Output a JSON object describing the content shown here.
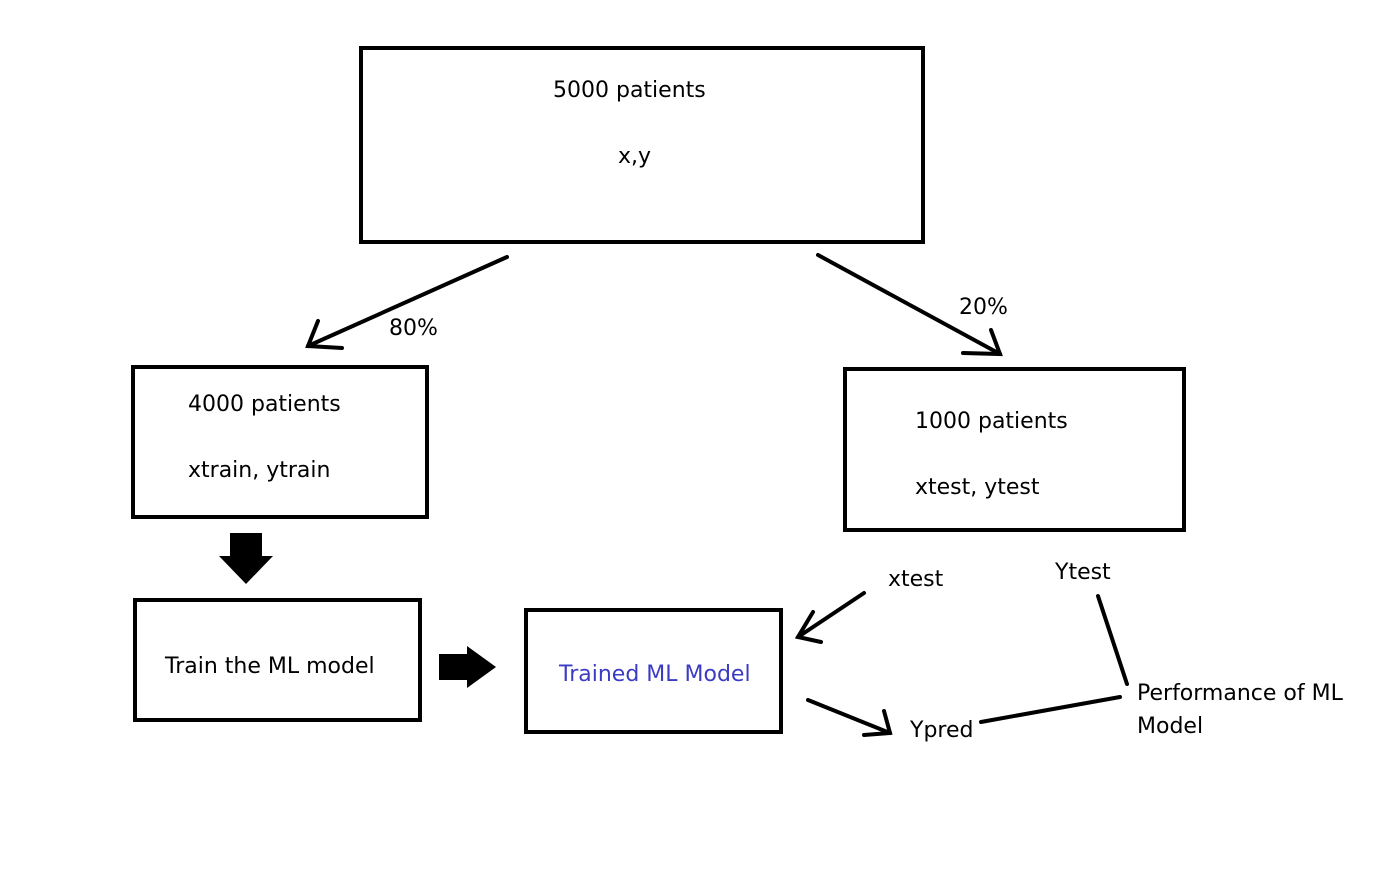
{
  "boxes": {
    "all": {
      "line1": "5000 patients",
      "line2": "x,y"
    },
    "train": {
      "line1": "4000 patients",
      "line2": "xtrain, ytrain"
    },
    "test": {
      "line1": "1000 patients",
      "line2": "xtest, ytest"
    },
    "train_model": {
      "label": "Train the ML model"
    },
    "trained_model": {
      "label": "Trained ML Model",
      "color": "#3b3bc4"
    }
  },
  "split": {
    "train_pct": "80%",
    "test_pct": "20%"
  },
  "flow": {
    "xtest": "xtest",
    "ytest": "Ytest",
    "ypred": "Ypred",
    "performance_line1": "Performance of ML",
    "performance_line2": "Model"
  }
}
